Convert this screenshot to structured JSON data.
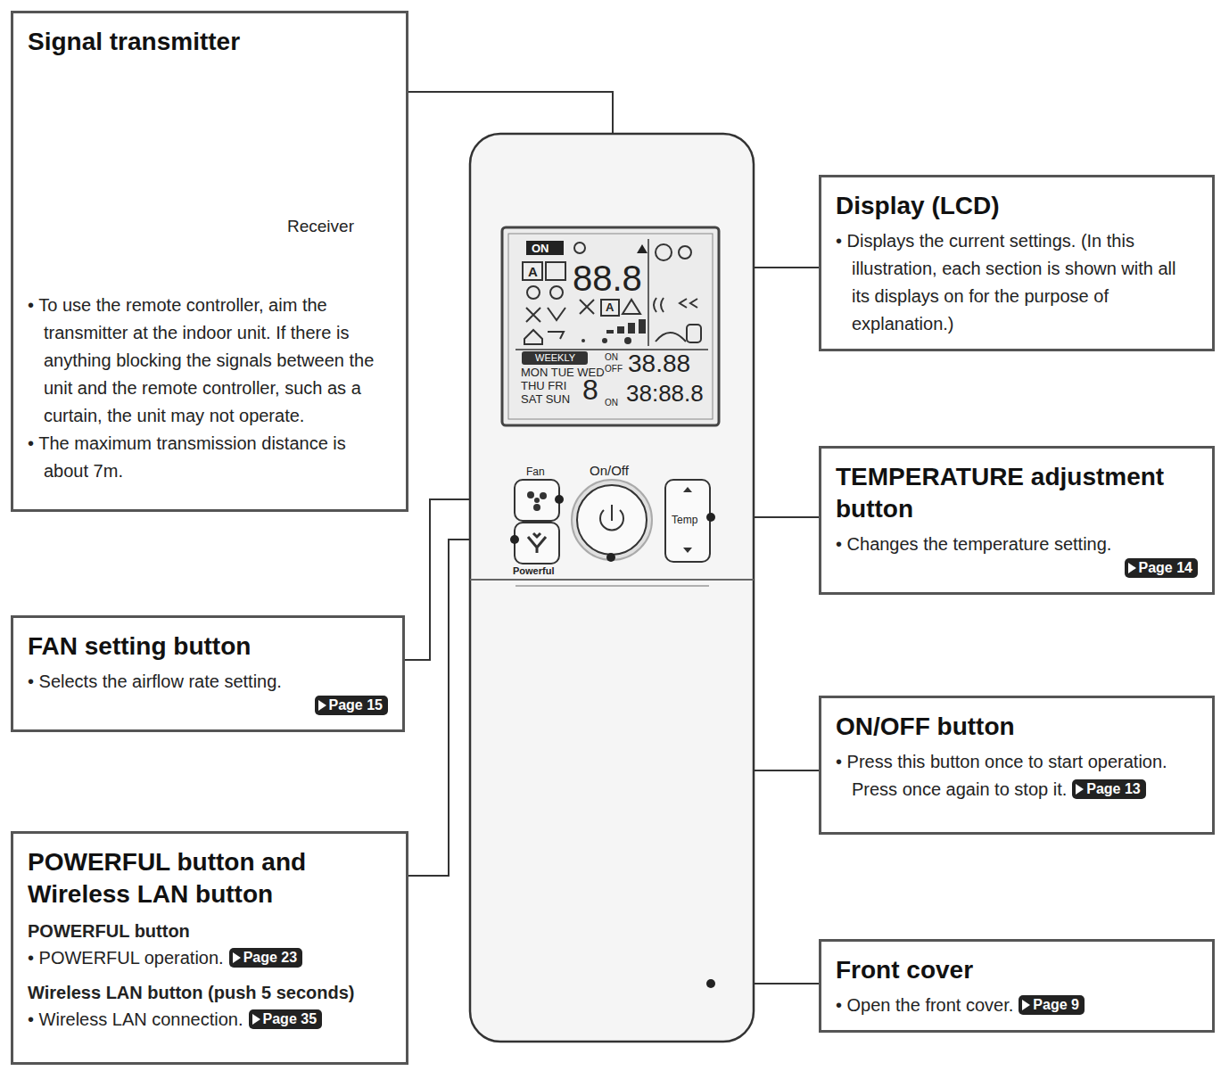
{
  "diagram": {
    "nodes": [
      {
        "text": [
          "Signal transmitter",
          "• To use the remote controller, aim the transmitter at the indoor unit. If there is anything blocking the signals between the unit and the remote controller, such as a curtain, the unit may not operate.",
          "• The maximum transmission distance is about 7m."
        ]
      },
      {
        "text": [
          "Display (LCD)",
          "• Displays the current settings. (In this illustration, each section is shown with all its displays on for the purpose of explanation.)"
        ]
      },
      {
        "text": [
          "TEMPERATURE adjustment button",
          "• Changes the temperature setting.",
          "Page 14"
        ]
      },
      {
        "text": [
          "FAN setting button",
          "• Selects the airflow rate setting.",
          "Page 15"
        ]
      },
      {
        "text": [
          "ON/OFF button",
          "• Press this button once to start operation. Press once again to stop it.",
          "Page 13"
        ]
      },
      {
        "text": [
          "POWERFUL button and Wireless LAN button",
          "POWERFUL button",
          "• POWERFUL operation.",
          "Page 23",
          "Wireless LAN button (push 5 seconds)",
          "• Wireless LAN connection.",
          "Page 35"
        ]
      },
      {
        "text": [
          "Front cover",
          "• Open the front cover.",
          "Page 9"
        ]
      }
    ],
    "labels": [
      "Receiver",
      "Fan",
      "On/Off",
      "Temp",
      "Powerful",
      "ON",
      "88.8",
      "WEEKLY",
      "MON TUE WED",
      "THU FRI",
      "SAT SUN",
      "8",
      "ON",
      "OFF",
      "38.88",
      "ON",
      "38:88.8",
      "A",
      "A"
    ]
  }
}
